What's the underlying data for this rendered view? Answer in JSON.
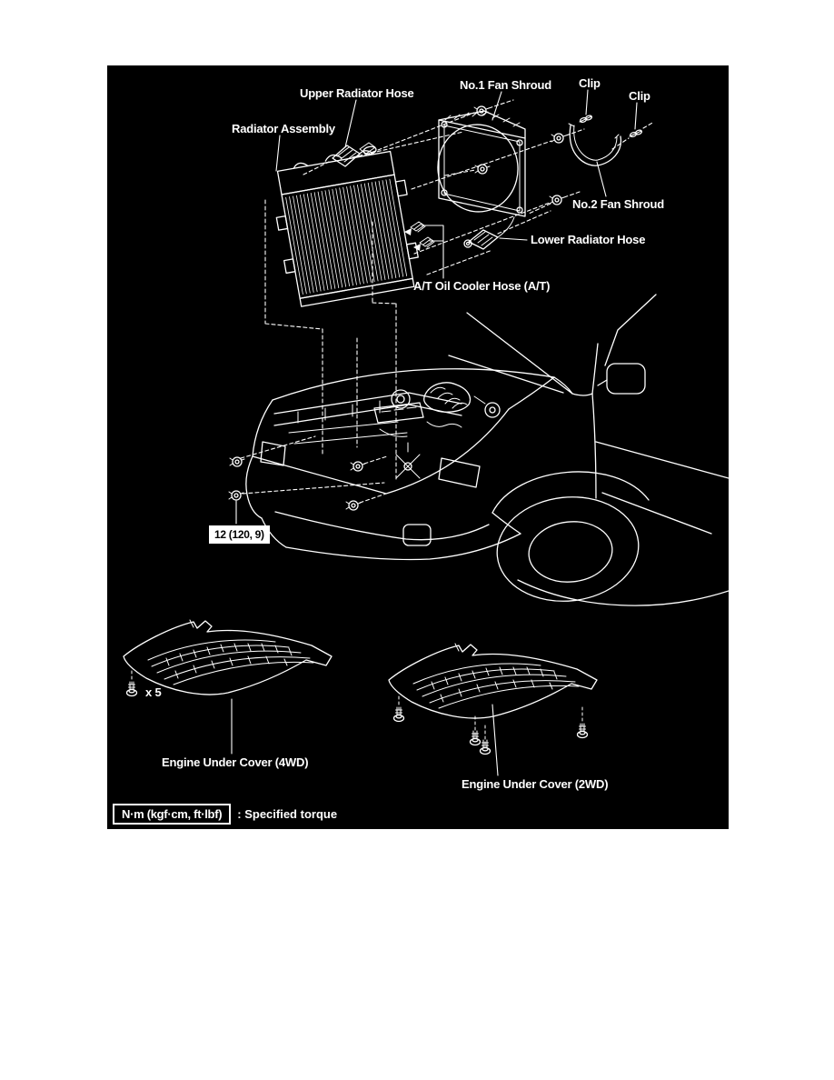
{
  "page": {
    "background": "#ffffff"
  },
  "diagram": {
    "background": "#000000",
    "line_color": "#ffffff",
    "parts": {
      "upper_radiator_hose": "Upper Radiator Hose",
      "no1_fan_shroud": "No.1 Fan Shroud",
      "clip_top": "Clip",
      "clip_right": "Clip",
      "radiator_assembly": "Radiator Assembly",
      "no2_fan_shroud": "No.2 Fan Shroud",
      "lower_radiator_hose": "Lower Radiator Hose",
      "at_oil_cooler_hose": "A/T Oil Cooler Hose (A/T)",
      "engine_under_cover_4wd": "Engine Under Cover (4WD)",
      "engine_under_cover_2wd": "Engine Under Cover (2WD)"
    },
    "torque_spec": "12 (120, 9)",
    "bolt_count_note": "x 5",
    "legend": {
      "units": "N·m (kgf·cm, ft·lbf)",
      "label": ": Specified torque"
    }
  }
}
